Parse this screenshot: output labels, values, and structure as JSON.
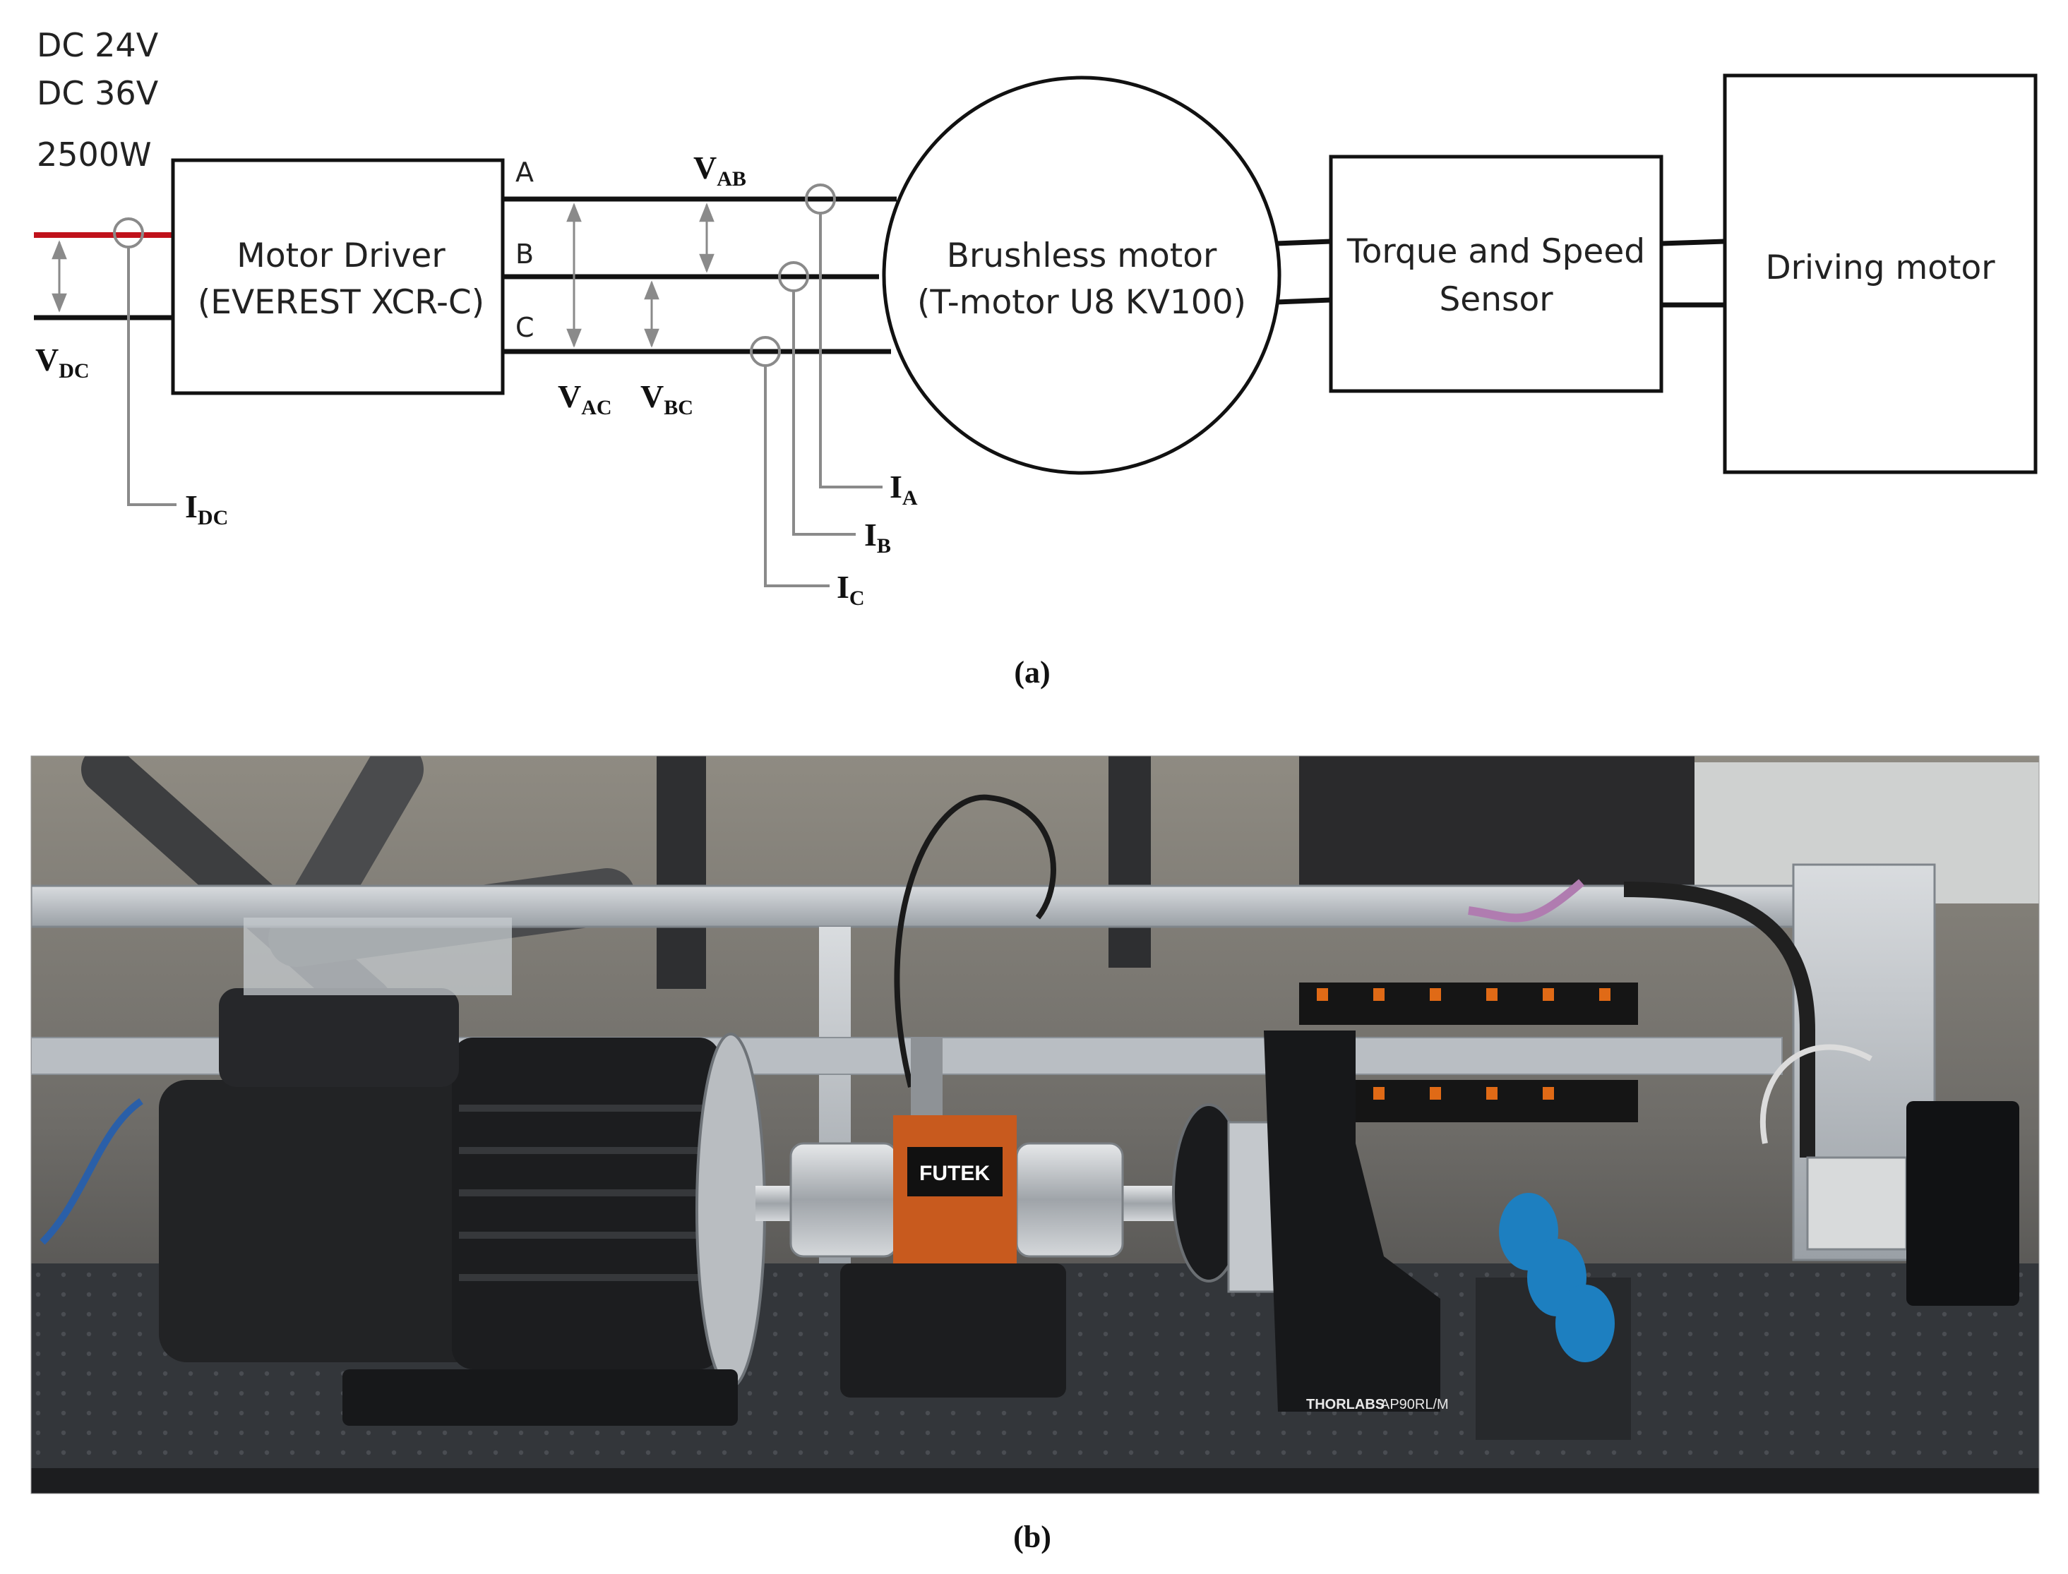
{
  "diagram_a": {
    "supply_lines": [
      "DC 24V",
      "DC 36V",
      "2500W"
    ],
    "vdc": {
      "main": "V",
      "sub": "DC"
    },
    "idc": {
      "main": "I",
      "sub": "DC"
    },
    "motor_driver": [
      "Motor Driver",
      "(EVEREST XCR-C)"
    ],
    "phase_labels": [
      "A",
      "B",
      "C"
    ],
    "vab": {
      "main": "V",
      "sub": "AB"
    },
    "vac": {
      "main": "V",
      "sub": "AC"
    },
    "vbc": {
      "main": "V",
      "sub": "BC"
    },
    "ia": {
      "main": "I",
      "sub": "A"
    },
    "ib": {
      "main": "I",
      "sub": "B"
    },
    "ic": {
      "main": "I",
      "sub": "C"
    },
    "brushless_motor": [
      "Brushless motor",
      "(T-motor U8 KV100)"
    ],
    "torque_sensor": [
      "Torque and Speed",
      "Sensor"
    ],
    "driving_motor": "Driving motor",
    "caption": "(a)"
  },
  "photo_b": {
    "brand_labels": {
      "torque_sensor_brand": "FUTEK",
      "bracket_brand": "THORLABS",
      "bracket_model": "AP90RL/M"
    },
    "colors": {
      "supply_positive": "#c0121b",
      "sensor_orange": "#c85a1e",
      "current_sensor_blue": "#1d7fc0"
    },
    "caption": "(b)"
  }
}
